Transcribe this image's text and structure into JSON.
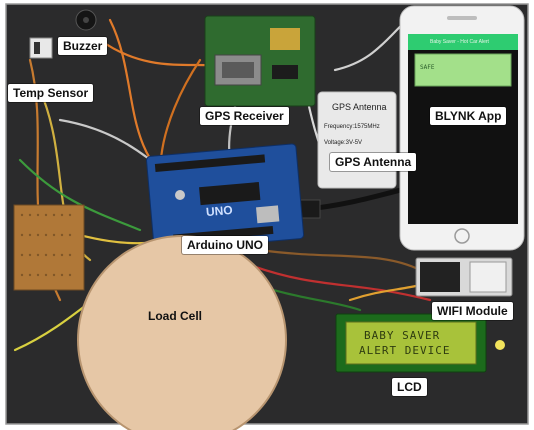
{
  "labels": {
    "buzzer": "Buzzer",
    "temp_sensor": "Temp Sensor",
    "gps_receiver": "GPS Receiver",
    "gps_antenna": "GPS Antenna",
    "blynk_app": "BLYNK App",
    "arduino_uno": "Arduino UNO",
    "load_cell": "Load Cell",
    "wifi_module": "WIFI Module",
    "lcd": "LCD"
  },
  "lcd_display": {
    "line1": "BABY SAVER",
    "line2": "ALERT DEVICE"
  },
  "antenna_card": {
    "title": "GPS Antenna",
    "frequency": "Frequency:1575MHz",
    "voltage": "Voltage:3V-5V"
  },
  "phone": {
    "banner": "Baby Saver - Hot Car Alert",
    "screen_text": "SAFE"
  },
  "board": {
    "marking": "UNO"
  },
  "colors": {
    "background": "#2b2b2c",
    "pcb_blue": "#1f4f9c",
    "pcb_green": "#2f6b2f",
    "load_cell": "#e6c7a6",
    "lcd_bg": "#a8c23a",
    "lcd_frame": "#1c6b1c",
    "blynk_green": "#2ecc71"
  }
}
